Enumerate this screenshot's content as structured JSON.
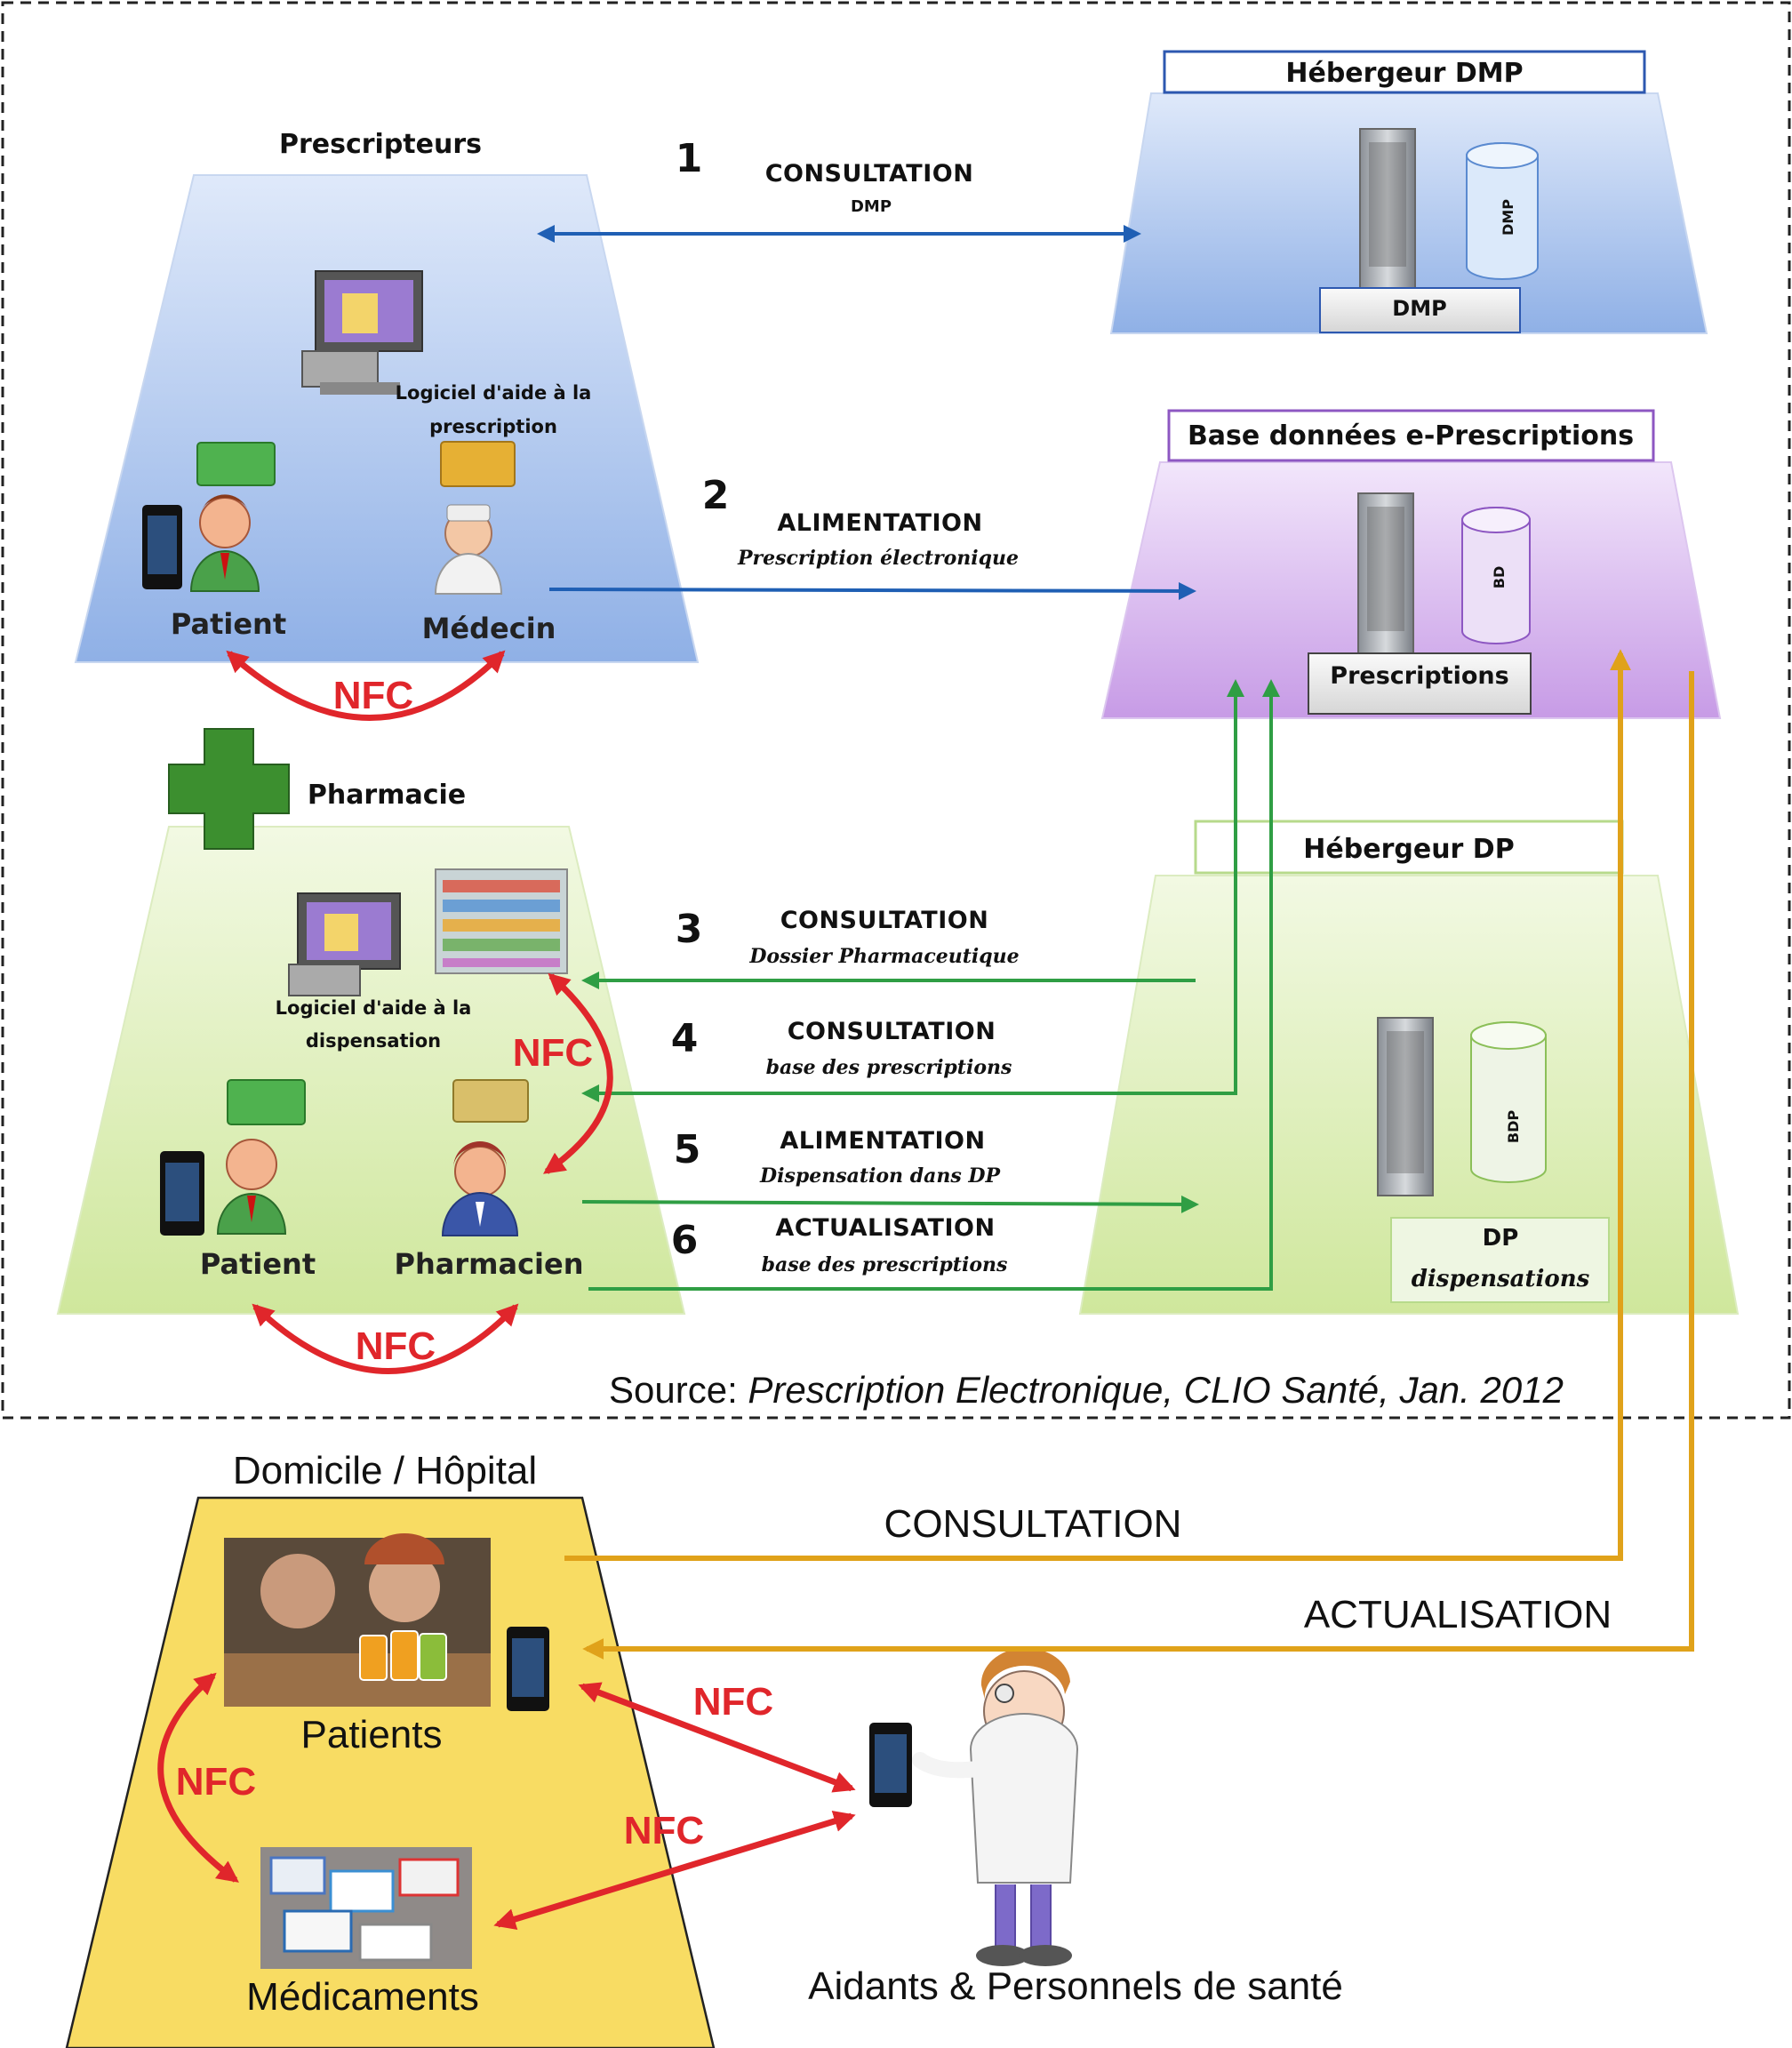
{
  "colors": {
    "blue_arrow": "#1f5fb4",
    "green_arrow": "#2f9e44",
    "orange_arrow": "#e0a21a",
    "red_arrow": "#e0262b",
    "prescripteurs_fill": "#a9c4ee",
    "pharmacie_fill": "#d9eeb0",
    "purple_fill": "#d6b5ec",
    "domicile_fill": "#f8dc63"
  },
  "zones": {
    "prescripteurs": {
      "title": "Prescripteurs",
      "software_line1": "Logiciel d'aide à la",
      "software_line2": "prescription",
      "patient": "Patient",
      "doctor": "Médecin",
      "nfc": "NFC"
    },
    "pharmacie": {
      "title": "Pharmacie",
      "software_line1": "Logiciel d'aide à la",
      "software_line2": "dispensation",
      "patient": "Patient",
      "pharmacist": "Pharmacien",
      "nfc_inner": "NFC",
      "nfc_bottom": "NFC"
    },
    "dmp_host": {
      "title": "Hébergeur DMP",
      "box": "DMP",
      "db_label": "DMP"
    },
    "eprescriptions": {
      "title": "Base données e-Prescriptions",
      "box": "Prescriptions",
      "db_label": "BD"
    },
    "dp_host": {
      "title": "Hébergeur DP",
      "box_line1": "DP",
      "box_line2": "dispensations",
      "db_label": "BDP"
    },
    "domicile": {
      "title": "Domicile / Hôpital",
      "patients": "Patients",
      "medicaments": "Médicaments",
      "nfc": "NFC"
    },
    "aidants": {
      "label": "Aidants & Personnels de santé",
      "nfc_top": "NFC",
      "nfc_bottom": "NFC"
    }
  },
  "flows": [
    {
      "num": "1",
      "label": "CONSULTATION",
      "sub": "DMP"
    },
    {
      "num": "2",
      "label": "ALIMENTATION",
      "sub": "Prescription électronique"
    },
    {
      "num": "3",
      "label": "CONSULTATION",
      "sub": "Dossier Pharmaceutique"
    },
    {
      "num": "4",
      "label": "CONSULTATION",
      "sub": "base des prescriptions"
    },
    {
      "num": "5",
      "label": "ALIMENTATION",
      "sub": "Dispensation dans DP"
    },
    {
      "num": "6",
      "label": "ACTUALISATION",
      "sub": "base des prescriptions"
    }
  ],
  "home_flows": {
    "consultation": "CONSULTATION",
    "actualisation": "ACTUALISATION"
  },
  "source": {
    "prefix": "Source: ",
    "citation": "Prescription Electronique, CLIO Santé, Jan. 2012"
  }
}
